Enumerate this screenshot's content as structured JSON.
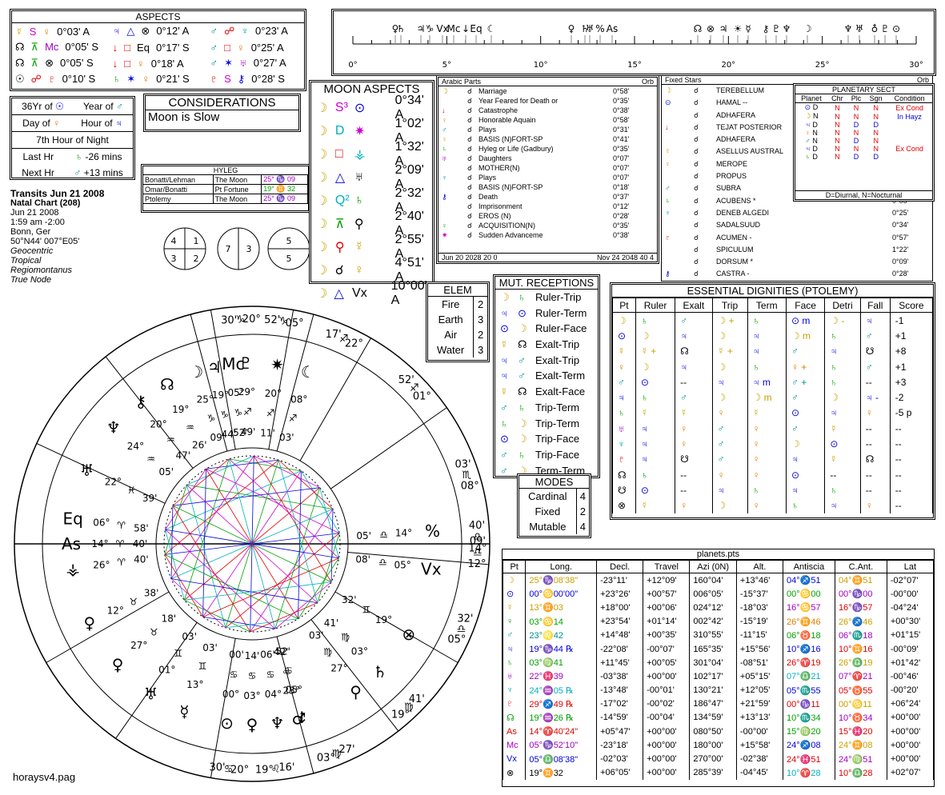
{
  "aspects": {
    "title": "ASPECTS",
    "rows": [
      [
        [
          "☿",
          "S",
          "♀",
          "0°03' A"
        ],
        [
          "♃",
          "△",
          "⊗",
          "0°12' A"
        ],
        [
          "♂",
          "☍",
          "♆",
          "0°23' A"
        ]
      ],
      [
        [
          "☊",
          "⊼",
          "Mc",
          "0°05' S"
        ],
        [
          "↓",
          "□",
          "Eq",
          "0°17' S"
        ],
        [
          "♂",
          "□",
          "♀",
          "0°25' A"
        ]
      ],
      [
        [
          "☊",
          "⊼",
          "⊗",
          "0°05' S"
        ],
        [
          "↓",
          "□",
          "♀",
          "0°18' A"
        ],
        [
          "♂",
          "✶",
          "♅",
          "0°27' A"
        ]
      ],
      [
        [
          "☉",
          "☍",
          "♇",
          "0°10' S"
        ],
        [
          "♄",
          "✶",
          "♀",
          "0°21' S"
        ],
        [
          "♇",
          "S",
          "⚷",
          "0°28' S"
        ]
      ]
    ]
  },
  "info": {
    "r1a": "36Yr of",
    "r1s": "☉",
    "r1b": "Year of",
    "r1t": "♂",
    "r2a": "Day of",
    "r2s": "♀",
    "r2b": "Hour of",
    "r2t": "♃",
    "r3": "7th Hour of Night",
    "r4a": "Last Hr",
    "r4s": "♄",
    "r4b": "-26 mins",
    "r5a": "Next Hr",
    "r5s": "♂",
    "r5b": "+13 mins"
  },
  "considerations": {
    "title": "CONSIDERATIONS",
    "item": "Moon is Slow"
  },
  "hyleg": {
    "title": "HYLEG",
    "rows": [
      [
        "Bonatti/Lehman",
        "The Moon",
        "25° ♑ 09"
      ],
      [
        "Omar/Bonatti",
        "Pt Fortune",
        "19° ♊ 32"
      ],
      [
        "Ptolemy",
        "The Moon",
        "25° ♑ 09"
      ]
    ]
  },
  "chart_info": {
    "l1": "Transits Jun 21 2008",
    "l2": "Natal Chart (208)",
    "l3": "Jun 21 2008",
    "l4": "1:59 am  -2:00",
    "l5": "Bonn, Ger",
    "l6": "50°N44' 007°E05'",
    "l7": "Geocentric",
    "l8": "Tropical",
    "l9": "Regiomontanus",
    "l10": "True Node"
  },
  "circles": [
    [
      "4",
      "1",
      "3",
      "2"
    ],
    [
      "7",
      "3"
    ],
    [
      "5",
      "5"
    ]
  ],
  "timeline": {
    "ticks": [
      "0°",
      "5°",
      "10°",
      "15°",
      "20°",
      "25°",
      "30°"
    ],
    "glyphs": [
      [
        "♀",
        "c-orange",
        77
      ],
      [
        "♄",
        "c-green",
        84
      ],
      [
        "♃",
        "c-blue",
        109
      ],
      [
        "♑",
        "c-purple",
        120
      ],
      [
        "Vx",
        "",
        136
      ],
      [
        "Mc",
        "c-purple",
        150
      ],
      [
        "↓",
        "c-red",
        165
      ],
      [
        "Eq",
        "",
        178
      ],
      [
        "☾",
        "",
        197
      ],
      [
        "♀",
        "c-green",
        297
      ],
      [
        "♄",
        "c-green",
        314
      ],
      [
        "♅",
        "c-purple",
        320
      ],
      [
        "%",
        "",
        333
      ],
      [
        "As",
        "c-purple",
        348
      ],
      [
        "☊",
        "",
        455
      ],
      [
        "⊗",
        "",
        471
      ],
      [
        "♃",
        "c-blue",
        487
      ],
      [
        "☀",
        "c-purple",
        505
      ],
      [
        "☿",
        "c-gold",
        518
      ],
      [
        "⚷",
        "c-purple",
        540
      ],
      [
        "♇",
        "c-red",
        553
      ],
      [
        "♆",
        "c-cyan",
        566
      ],
      [
        "☽",
        "c-gold",
        592
      ],
      [
        "♆",
        "c-cyan",
        643
      ],
      [
        "♅",
        "c-purple",
        657
      ],
      [
        "♁",
        "",
        676
      ],
      [
        "♇",
        "c-red",
        689
      ],
      [
        "⊙",
        "c-blue",
        703
      ]
    ]
  },
  "moon_aspects": {
    "title": "MOON ASPECTS",
    "rows": [
      [
        "☽",
        "S³",
        "c-mag",
        "⊙",
        "c-blue",
        "0°34' A"
      ],
      [
        "☽",
        "D",
        "c-cyan",
        "✷",
        "c-mag",
        "1°02' A"
      ],
      [
        "☽",
        "□",
        "c-red",
        "⚶",
        "c-cyan",
        "1°32' A"
      ],
      [
        "☽",
        "△",
        "c-blue",
        "♅",
        "",
        "2°09' A"
      ],
      [
        "☽",
        "Q²",
        "c-cyan",
        "♄",
        "c-green",
        "2°32' A"
      ],
      [
        "☽",
        "⊼",
        "c-green",
        "⚲",
        "",
        "2°40' A"
      ],
      [
        "☽",
        "⚲",
        "c-red",
        "☿",
        "c-gold",
        "2°55' A"
      ],
      [
        "☽",
        "☌",
        "",
        "♀",
        "c-gold",
        "4°51' A"
      ],
      [
        "☽",
        "△",
        "c-blue",
        "Vx",
        "",
        "10°00' A"
      ]
    ]
  },
  "arabic": {
    "title": "Arabic Parts",
    "orb": "Orb",
    "rows": [
      [
        "☽",
        "c-gold",
        "Marriage",
        "0°58'"
      ],
      [
        "",
        "",
        "Year Feared for Death or",
        "0°35'"
      ],
      [
        "↓",
        "c-red",
        "Catastrophe",
        "0°38'"
      ],
      [
        "♀",
        "c-orange",
        "Honorable Aquain",
        "0°58'"
      ],
      [
        "♂",
        "c-teal",
        "Plays",
        "0°31'"
      ],
      [
        "♀",
        "c-gold",
        "BASIS (N)FORT-SP",
        "0°41'"
      ],
      [
        "♄",
        "c-green",
        "Hyleg or Life (Gadbury)",
        "0°35'"
      ],
      [
        "♅",
        "c-purple",
        "Daughters",
        "0°07'"
      ],
      [
        "",
        "",
        "MOTHER(N)",
        "0°07'"
      ],
      [
        "♆",
        "c-cyan",
        "Plays",
        "0°07'"
      ],
      [
        "",
        "",
        "BASIS (N)FORT-SP",
        "0°18'"
      ],
      [
        "⚷",
        "c-blue",
        "Death",
        "0°37'"
      ],
      [
        "",
        "",
        "Imprisonment",
        "0°12'"
      ],
      [
        "",
        "",
        "EROS (N)",
        "0°28'"
      ],
      [
        "♀",
        "c-green",
        "ACQUISITION(N)",
        "0°35'"
      ],
      [
        "✷",
        "c-mag",
        "Sudden Advanceme",
        "0°38'"
      ]
    ],
    "foot_l": "Jun 20 2028  20 0",
    "foot_r": "Nov 24 2048  40 4"
  },
  "fixed_stars": {
    "title": "Fixed Stars",
    "orb": "Orb",
    "rows": [
      [
        "☽",
        "c-gold",
        "TEREBELLUM",
        ""
      ],
      [
        "⊙",
        "c-blue",
        "HAMAL --",
        ""
      ],
      [
        "",
        "",
        "ADHAFERA",
        ""
      ],
      [
        "↓",
        "c-red",
        "TEJAT POSTERIOR",
        ""
      ],
      [
        "",
        "",
        "ADHAFERA",
        ""
      ],
      [
        "☿",
        "c-gold",
        "ASELLUS AUSTRAL",
        ""
      ],
      [
        "♀",
        "c-orange",
        "MEROPE",
        ""
      ],
      [
        "",
        "",
        "PROPUS",
        ""
      ],
      [
        "♂",
        "c-teal",
        "SUBRA",
        ""
      ],
      [
        "♄",
        "c-green",
        "ACUBENS *",
        "0°05'"
      ],
      [
        "♆",
        "c-cyan",
        "DENEB ALGEDI",
        "0°25'"
      ],
      [
        "",
        "",
        "SADALSUUD",
        "0°34'"
      ],
      [
        "♇",
        "c-red",
        "ACUMEN -",
        "0°57'"
      ],
      [
        "",
        "",
        "SPICULUM",
        "1°22'"
      ],
      [
        "",
        "",
        "DORSUM *",
        "0°09'"
      ],
      [
        "⚷",
        "c-blue",
        "CASTRA -",
        "0°28'"
      ]
    ]
  },
  "sect": {
    "title": "PLANETARY SECT",
    "headers": [
      "Planet",
      "Chr",
      "Plc",
      "Sgn",
      "Condition"
    ],
    "rows": [
      [
        "⊙",
        "c-blue",
        "D",
        "N",
        "N",
        "N",
        "Ex Cond"
      ],
      [
        "☽",
        "c-gold",
        "N",
        "N",
        "N",
        "N",
        "In Hayz"
      ],
      [
        "♃",
        "c-blue",
        "D",
        "N",
        "D",
        "D",
        ""
      ],
      [
        "♀",
        "c-orange",
        "N",
        "N",
        "N",
        "N",
        ""
      ],
      [
        "♂",
        "c-teal",
        "N",
        "N",
        "D",
        "N",
        ""
      ],
      [
        "♃",
        "c-blue",
        "D",
        "N",
        "N",
        "N",
        "Ex Cond"
      ],
      [
        "♄",
        "c-green",
        "D",
        "N",
        "D",
        "D",
        ""
      ]
    ],
    "footer": "D=Diurnal, N=Nocturnal"
  },
  "elem": {
    "title": "ELEM",
    "rows": [
      [
        "Fire",
        "2"
      ],
      [
        "Earth",
        "3"
      ],
      [
        "Air",
        "2"
      ],
      [
        "Water",
        "3"
      ]
    ]
  },
  "mut": {
    "title": "MUT. RECEPTIONS",
    "rows": [
      [
        "☽",
        "♄",
        "Ruler-Trip"
      ],
      [
        "♃",
        "⊙",
        "Ruler-Term"
      ],
      [
        "⊙",
        "☽",
        "Ruler-Face"
      ],
      [
        "☿",
        "☊",
        "Exalt-Trip"
      ],
      [
        "♃",
        "♂",
        "Exalt-Trip"
      ],
      [
        "♃",
        "♂",
        "Exalt-Term"
      ],
      [
        "☿",
        "☊",
        "Exalt-Face"
      ],
      [
        "♂",
        "♄",
        "Trip-Term"
      ],
      [
        "♄",
        "☽",
        "Trip-Term"
      ],
      [
        "⊙",
        "☽",
        "Trip-Face"
      ],
      [
        "♂",
        "♄",
        "Trip-Face"
      ],
      [
        "♂",
        "☽",
        "Term-Term"
      ]
    ]
  },
  "modes": {
    "title": "MODES",
    "rows": [
      [
        "Cardinal",
        "4"
      ],
      [
        "Fixed",
        "2"
      ],
      [
        "Mutable",
        "4"
      ]
    ]
  },
  "dignities": {
    "title": "ESSENTIAL DIGNITIES (PTOLEMY)",
    "headers": [
      "Pt",
      "Ruler",
      "Exalt",
      "Trip",
      "Term",
      "Face",
      "Detri",
      "Fall",
      "Score"
    ],
    "rows": [
      [
        "☽",
        "♄",
        "♂",
        "☽ +",
        "♄",
        "⊙ m",
        "☽ -",
        "♃",
        "-1"
      ],
      [
        "⊙",
        "☽",
        "♃",
        "☽",
        "♃",
        "☽ m",
        "♄",
        "♂",
        "+1"
      ],
      [
        "☿",
        "☿ +",
        "☊",
        "☿ +",
        "♃",
        "♂",
        "♃",
        "☋",
        "+8"
      ],
      [
        "♀",
        "☽",
        "♃",
        "☽",
        "♄",
        "♀ +",
        "♄",
        "♂",
        "+1"
      ],
      [
        "♂",
        "⊙",
        "--",
        "♃",
        "♃ m",
        "♂ +",
        "♄",
        "--",
        "+3"
      ],
      [
        "♃",
        "♄",
        "♂",
        "☽",
        "☽ m",
        "♂",
        "☽",
        "♃ -",
        "-2"
      ],
      [
        "♄",
        "☿",
        "☿",
        "♀",
        "☿",
        "⊙",
        "♃",
        "♀",
        "-5 p"
      ],
      [
        "♅",
        "♃",
        "♀",
        "♂",
        "♀",
        "♂",
        "☿",
        "--",
        "--"
      ],
      [
        "♆",
        "♃",
        "♀",
        "♂",
        "♀",
        "☽",
        "⊙",
        "--",
        "--"
      ],
      [
        "♇",
        "♃",
        "☋",
        "♂",
        "♀",
        "♃",
        "☿",
        "☊",
        "--"
      ],
      [
        "☊",
        "♄",
        "--",
        "♀",
        "♀",
        "⊙",
        "--",
        "--",
        "--"
      ],
      [
        "☋",
        "⊙",
        "--",
        "♃",
        "♄",
        "♃",
        "♄",
        "--",
        "--"
      ],
      [
        "⊗",
        "☿",
        "♀",
        "☽",
        "♀",
        "♄",
        "♃",
        "♀",
        "--"
      ]
    ]
  },
  "planets": {
    "title": "planets.pts",
    "headers": [
      "Pt",
      "Long.",
      "Decl.",
      "Travel",
      "Azi (0N)",
      "Alt.",
      "Antiscia",
      "C.Ant.",
      "Lat"
    ],
    "rows": [
      [
        "☽",
        "c-gold",
        "25°♑08'38\"",
        "-23°11'",
        "+12°09'",
        "160°04'",
        "+13°46'",
        "04°♐51",
        "04°♊51",
        "-02°07'"
      ],
      [
        "⊙",
        "c-blue",
        "00°♋00'00\"",
        "+23°26'",
        "+00°57'",
        "006°05'",
        "-15°37'",
        "00°♋00",
        "00°♑00",
        "-00°00'"
      ],
      [
        "☿",
        "c-gold",
        "13°♊03",
        "+18°00'",
        "+00°06'",
        "024°12'",
        "-18°03'",
        "16°♋57",
        "16°♑57",
        "-04°24'"
      ],
      [
        "♀",
        "c-green",
        "03°♋14",
        "+23°54'",
        "+01°14'",
        "002°42'",
        "-15°19'",
        "26°♊46",
        "26°♐46",
        "+00°30'"
      ],
      [
        "♂",
        "c-teal",
        "23°♌42",
        "+14°48'",
        "+00°35'",
        "310°55'",
        "-11°15'",
        "06°♉18",
        "06°♏18",
        "+01°15'"
      ],
      [
        "♃",
        "c-blue",
        "19°♑44 ℞",
        "-22°08'",
        "-00°07'",
        "165°35'",
        "+15°56'",
        "10°♐16",
        "10°♊16",
        "-00°09'"
      ],
      [
        "♄",
        "c-green",
        "03°♍41",
        "+11°45'",
        "+00°05'",
        "301°04'",
        "-08°51'",
        "26°♈19",
        "26°♎19",
        "+01°42'"
      ],
      [
        "♅",
        "c-purple",
        "22°♓39",
        "-03°38'",
        "+00°00'",
        "102°17'",
        "+05°15'",
        "07°♎21",
        "07°♈21",
        "-00°46'"
      ],
      [
        "♆",
        "c-cyan",
        "24°♒05 ℞",
        "-13°48'",
        "-00°01'",
        "130°21'",
        "+12°05'",
        "05°♏55",
        "05°♉55",
        "-00°20'"
      ],
      [
        "♇",
        "c-red",
        "29°♐49 ℞",
        "-17°02'",
        "-00°02'",
        "186°47'",
        "+21°59'",
        "00°♑11",
        "00°♋11",
        "+06°24'"
      ],
      [
        "☊",
        "c-green",
        "19°♒26 ℞",
        "-14°59'",
        "-00°04'",
        "134°59'",
        "+13°13'",
        "10°♏34",
        "10°♉34",
        "+00°00'"
      ],
      [
        "As",
        "c-red",
        "14°♈40'24\"",
        "+05°47'",
        "+00°00'",
        "080°50'",
        "-00°00'",
        "15°♍20",
        "15°♓20",
        "+00°00'"
      ],
      [
        "Mc",
        "c-purple",
        "05°♑52'10\"",
        "-23°18'",
        "+00°00'",
        "180°00'",
        "+15°58'",
        "24°♐08",
        "24°♊08",
        "+00°00'"
      ],
      [
        "Vx",
        "c-blue",
        "05°♎08'38\"",
        "-02°03'",
        "+00°00'",
        "270°00'",
        "-02°38'",
        "24°♓51",
        "24°♍51",
        "+00°00'"
      ],
      [
        "⊗",
        "",
        "19°♊32",
        "+06°05'",
        "+00°00'",
        "285°39'",
        "-04°45'",
        "10°♈28",
        "10°♎28",
        "+02°07'"
      ]
    ]
  },
  "wheel": {
    "cusps": [
      [
        "20°",
        "♑",
        "30'"
      ],
      [
        "05°",
        "♑",
        "52'"
      ],
      [
        "22°",
        "♐",
        "17'"
      ],
      [
        "01°",
        "♐",
        "52'"
      ],
      [
        "08°",
        "♏",
        "03'"
      ],
      [
        "14°",
        "♎",
        "40'"
      ],
      [
        "12°",
        "♎",
        "09'"
      ],
      [
        "05°",
        "♎",
        "32'"
      ],
      [
        "19°",
        "♍",
        "41'"
      ],
      [
        "03°",
        "♍",
        "27'"
      ],
      [
        "19°",
        "♌",
        "16'"
      ],
      [
        "30'",
        "♋",
        "20°"
      ]
    ],
    "planets": [
      [
        "☽",
        "25°",
        "♑",
        "09'"
      ],
      [
        "♃",
        "19°",
        "♑",
        "44'"
      ],
      [
        "Mc",
        "05°",
        "♑",
        "52'"
      ],
      [
        "♇",
        "29°",
        "♐",
        "49'"
      ],
      [
        "✷",
        "20°",
        "♐",
        "11'"
      ],
      [
        "☾",
        "08°",
        "♐",
        "03'"
      ],
      [
        "☊",
        "19°",
        "♒",
        "26'"
      ],
      [
        "⚷",
        "20°",
        "♒",
        "47'"
      ],
      [
        "♆",
        "24°",
        "♒",
        "05'"
      ],
      [
        "♅",
        "22°",
        "♓",
        "39'"
      ],
      [
        "Eq",
        "06°",
        "♈",
        "58'"
      ],
      [
        "As",
        "14°",
        "♈",
        "40'"
      ],
      [
        "⚶",
        "26°",
        "♈",
        "40'"
      ],
      [
        "♀",
        "12°",
        "♉",
        "38'"
      ],
      [
        "♀",
        "27°",
        "♉",
        "18'"
      ],
      [
        "♅",
        "01°",
        "♊",
        "03'"
      ],
      [
        "☿",
        "13°",
        "♊",
        "03'"
      ],
      [
        "⊙",
        "00°",
        "♋",
        "00'"
      ],
      [
        "♀",
        "03°",
        "♋",
        "14'"
      ],
      [
        "♆",
        "04°",
        "♋",
        "06'"
      ],
      [
        "↓",
        "05°",
        "♋",
        "52'"
      ],
      [
        "%",
        "14°",
        "♎",
        "05'"
      ],
      [
        "Vx",
        "05°",
        "♎",
        "08'"
      ],
      [
        "⊗",
        "19°",
        "♊",
        "32'"
      ],
      [
        "♄",
        "03°",
        "♍",
        "41'"
      ],
      [
        "⚲",
        "27°",
        "♍",
        "03'"
      ],
      [
        "♂",
        "23°",
        "♌",
        "42'"
      ]
    ],
    "file": "horaysv4.pag"
  }
}
